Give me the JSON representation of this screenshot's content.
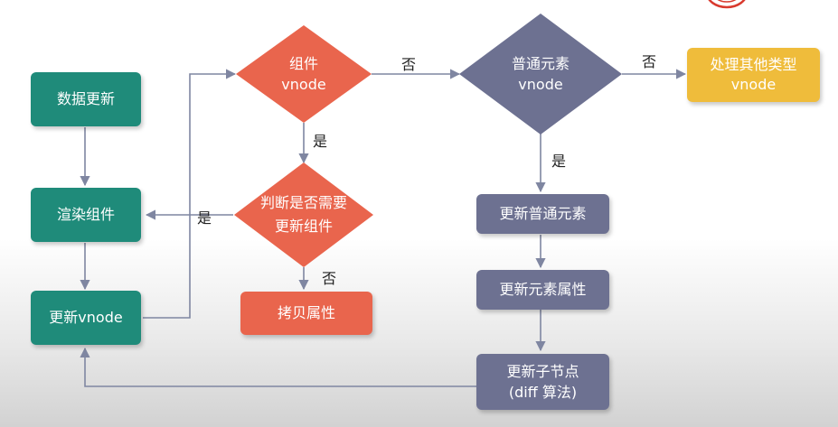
{
  "nodes": {
    "data_update": "数据更新",
    "render_component": "渲染组件",
    "update_vnode": "更新vnode",
    "component_vnode": [
      "组件",
      "vnode"
    ],
    "should_update": [
      "判断是否需要",
      "更新组件"
    ],
    "copy_props": "拷贝属性",
    "normal_element_vnode": [
      "普通元素",
      "vnode"
    ],
    "update_normal_element": "更新普通元素",
    "update_element_props": "更新元素属性",
    "update_children": [
      "更新子节点",
      "(diff 算法)"
    ],
    "handle_other_types": [
      "处理其他类型",
      "vnode"
    ]
  },
  "edge_labels": {
    "component_no": "否",
    "component_yes": "是",
    "should_update_yes": "是",
    "should_update_no": "否",
    "element_no": "否",
    "element_yes": "是"
  },
  "colors": {
    "green": "#1f8b7a",
    "slate": "#6d7191",
    "orange": "#e9654d",
    "yellow": "#efbc3b",
    "line": "#7f86a1"
  }
}
